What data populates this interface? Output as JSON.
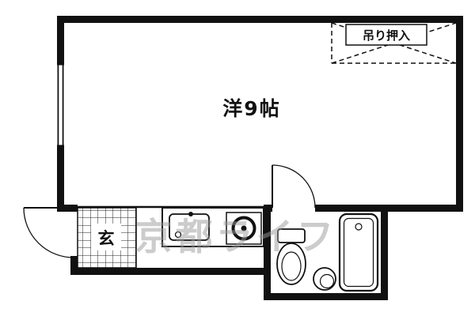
{
  "floorplan": {
    "room_label": "洋9帖",
    "closet_label": "吊り押入",
    "entrance_label": "玄",
    "watermark_text": "京都ライフ",
    "colors": {
      "wall": "#111111",
      "background": "#ffffff",
      "watermark": "#9a9a9a"
    }
  }
}
